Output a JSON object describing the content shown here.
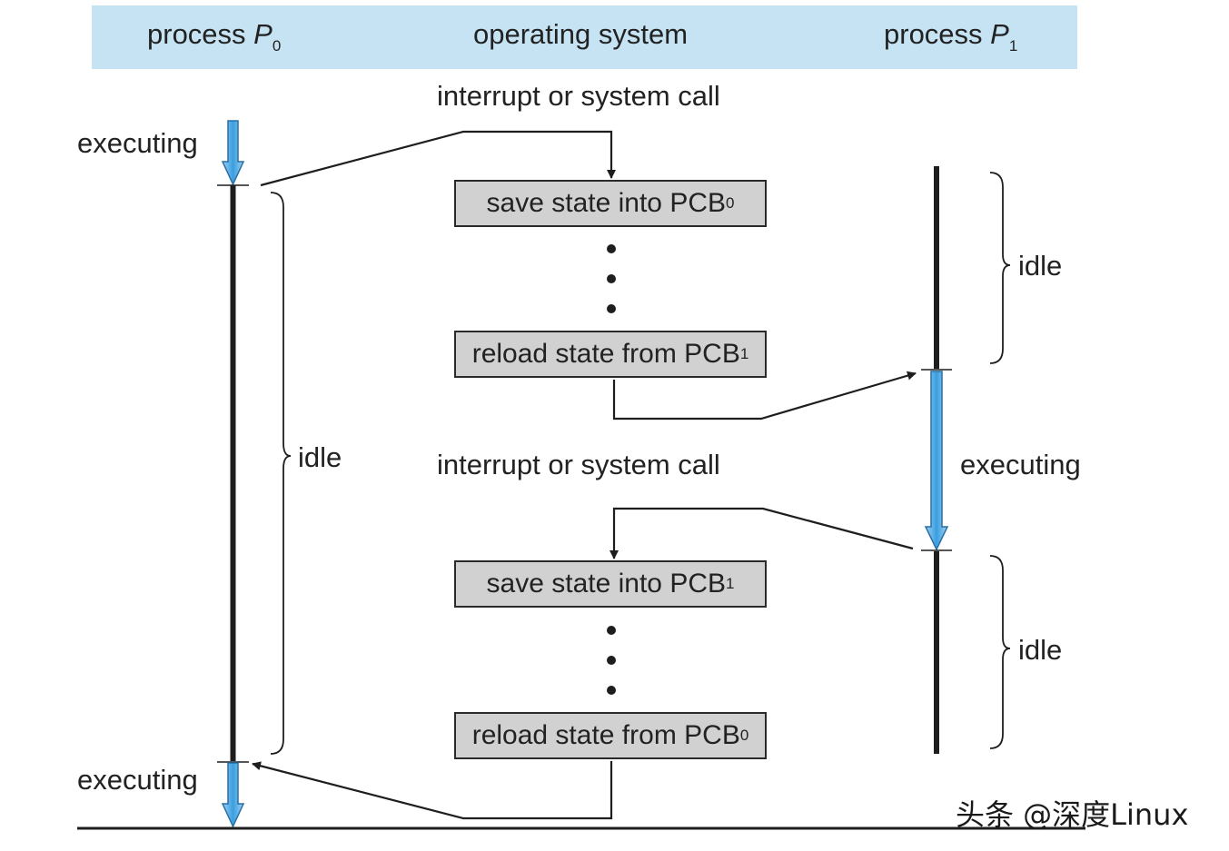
{
  "header": {
    "p0_label": "process",
    "p0_name": "P",
    "p0_sub": "0",
    "os_label": "operating system",
    "p1_label": "process",
    "p1_name": "P",
    "p1_sub": "1"
  },
  "labels": {
    "interrupt_top": "interrupt or system call",
    "interrupt_mid": "interrupt or system call",
    "p0_executing_top": "executing",
    "p0_executing_bottom": "executing",
    "p0_idle": "idle",
    "p1_idle_top": "idle",
    "p1_executing": "executing",
    "p1_idle_bottom": "idle"
  },
  "boxes": [
    {
      "text": "save state into PCB",
      "sub": "0"
    },
    {
      "text": "reload state from PCB",
      "sub": "1"
    },
    {
      "text": "save state into PCB",
      "sub": "1"
    },
    {
      "text": "reload state from PCB",
      "sub": "0"
    }
  ],
  "watermark": "头条 @深度Linux",
  "colors": {
    "header_bg": "#c6e3f3",
    "box_fill": "#d1d1d1",
    "exec_arrow": "#4aa6e0",
    "line": "#1e1e1e"
  }
}
